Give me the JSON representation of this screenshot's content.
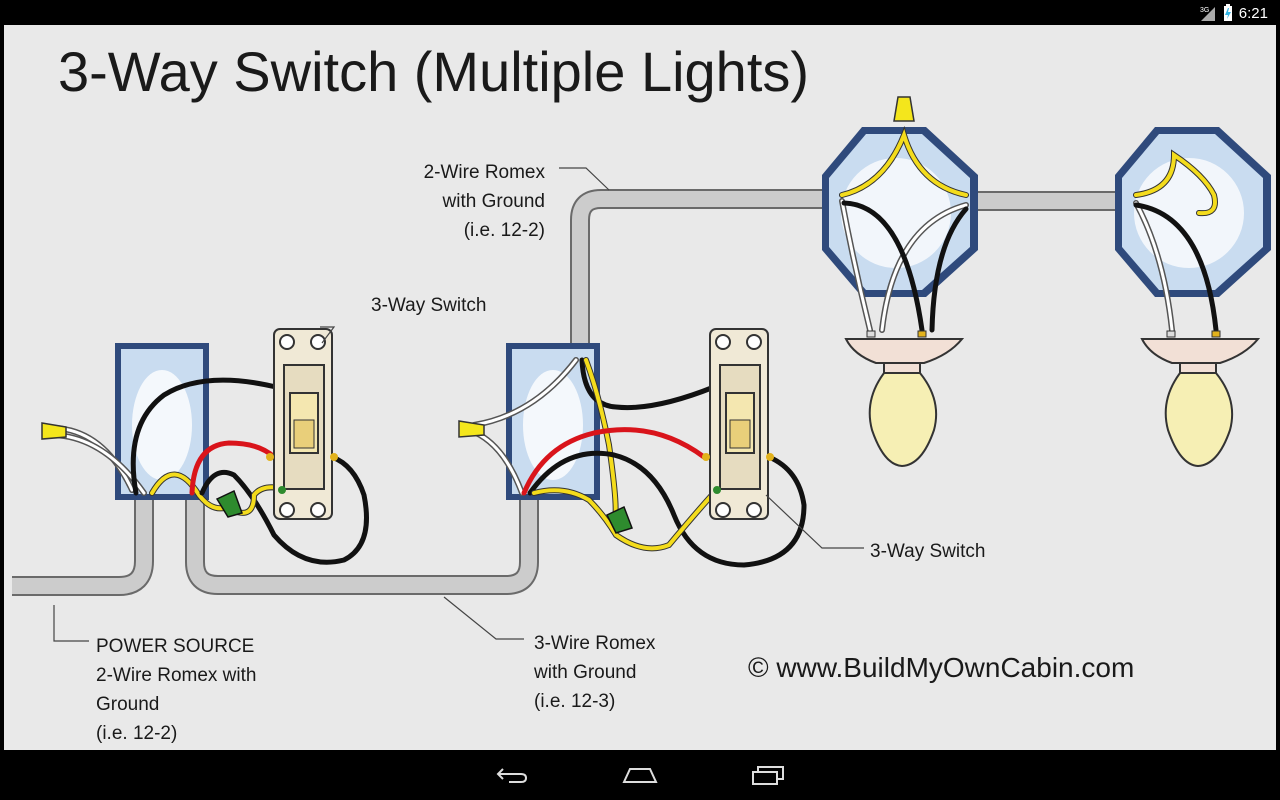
{
  "status_bar": {
    "network": "3G",
    "time": "6:21"
  },
  "diagram": {
    "title": "3-Way Switch (Multiple Lights)",
    "labels": {
      "romex_2wire_top": [
        "2-Wire Romex",
        "with Ground",
        "(i.e. 12-2)"
      ],
      "switch_left": "3-Way Switch",
      "switch_right": "3-Way Switch",
      "power_source": [
        "POWER SOURCE",
        "2-Wire Romex with",
        "Ground",
        "(i.e. 12-2)"
      ],
      "romex_3wire": [
        "3-Wire Romex",
        "with Ground",
        "(i.e. 12-3)"
      ],
      "copyright": "© www.BuildMyOwnCabin.com"
    }
  },
  "nav_bar": {
    "buttons": [
      "back",
      "home",
      "recent-apps"
    ]
  },
  "colors": {
    "cable": "#c9c9c9",
    "box": "#2f4a7c",
    "hot_black": "#111111",
    "red": "#d9141b",
    "yellow": "#f4dc1c",
    "ground_green": "#2e8b2e",
    "bulb": "#f6efb4"
  }
}
